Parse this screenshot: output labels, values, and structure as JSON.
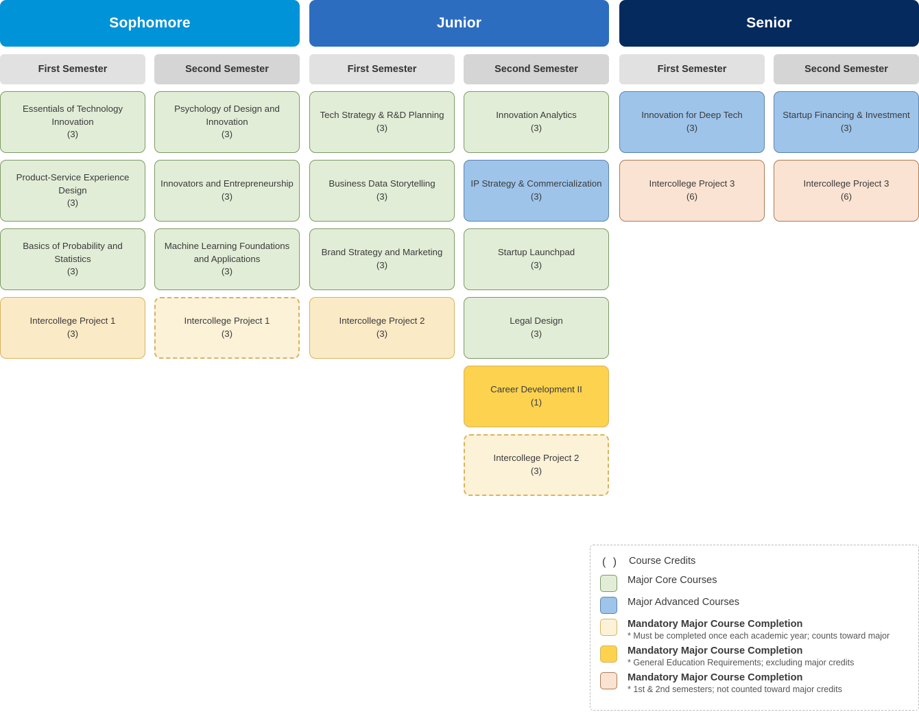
{
  "columns": [
    {
      "year": "Sophomore",
      "year_color": "#0093d8",
      "semesters": [
        {
          "label": "First Semester",
          "courses": [
            {
              "title": "Essentials of Technology Innovation",
              "credits": "(3)",
              "type": "core"
            },
            {
              "title": "Product-Service Experience Design",
              "credits": "(3)",
              "type": "core"
            },
            {
              "title": "Basics of Probability and Statistics",
              "credits": "(3)",
              "type": "core"
            },
            {
              "title": "Intercollege Project 1",
              "credits": "(3)",
              "type": "mand-soft"
            }
          ]
        },
        {
          "label": "Second Semester",
          "courses": [
            {
              "title": "Psychology of Design and Innovation",
              "credits": "(3)",
              "type": "core"
            },
            {
              "title": "Innovators and Entrepreneurship",
              "credits": "(3)",
              "type": "core"
            },
            {
              "title": "Machine Learning Foundations and Applications",
              "credits": "(3)",
              "type": "core"
            },
            {
              "title": "Intercollege Project 1",
              "credits": "(3)",
              "type": "mand-soft-dashed"
            }
          ]
        }
      ]
    },
    {
      "year": "Junior",
      "year_color": "#2c6dc0",
      "semesters": [
        {
          "label": "First Semester",
          "courses": [
            {
              "title": "Tech Strategy & R&D Planning",
              "credits": "(3)",
              "type": "core"
            },
            {
              "title": "Business Data Storytelling",
              "credits": "(3)",
              "type": "core"
            },
            {
              "title": "Brand Strategy and Marketing",
              "credits": "(3)",
              "type": "core"
            },
            {
              "title": "Intercollege Project 2",
              "credits": "(3)",
              "type": "mand-soft"
            }
          ]
        },
        {
          "label": "Second Semester",
          "courses": [
            {
              "title": "Innovation Analytics",
              "credits": "(3)",
              "type": "core"
            },
            {
              "title": "IP Strategy & Commercialization",
              "credits": "(3)",
              "type": "advanced"
            },
            {
              "title": "Startup Launchpad",
              "credits": "(3)",
              "type": "core"
            },
            {
              "title": "Legal Design",
              "credits": "(3)",
              "type": "core"
            },
            {
              "title": "Career Development II",
              "credits": "(1)",
              "type": "mand-gen"
            },
            {
              "title": "Intercollege Project 2",
              "credits": "(3)",
              "type": "mand-soft-dashed"
            }
          ]
        }
      ]
    },
    {
      "year": "Senior",
      "year_color": "#052a5e",
      "semesters": [
        {
          "label": "First Semester",
          "courses": [
            {
              "title": "Innovation for Deep Tech",
              "credits": "(3)",
              "type": "advanced"
            },
            {
              "title": "Intercollege Project 3",
              "credits": "(6)",
              "type": "mand-peach"
            }
          ]
        },
        {
          "label": "Second Semester",
          "courses": [
            {
              "title": "Startup Financing & Investment",
              "credits": "(3)",
              "type": "advanced"
            },
            {
              "title": "Intercollege Project 3",
              "credits": "(6)",
              "type": "mand-peach"
            }
          ]
        }
      ]
    }
  ],
  "legend": {
    "items": [
      {
        "mark": "( )",
        "swatch": null,
        "title": "Course Credits",
        "bold": false,
        "note": null
      },
      {
        "mark": null,
        "swatch": "sw-core",
        "title": "Major Core Courses",
        "bold": false,
        "note": null
      },
      {
        "mark": null,
        "swatch": "sw-adv",
        "title": "Major Advanced Courses",
        "bold": false,
        "note": null
      },
      {
        "mark": null,
        "swatch": "sw-soft",
        "title": "Mandatory Major Course Completion",
        "bold": true,
        "note": "* Must be completed once each academic year; counts toward major"
      },
      {
        "mark": null,
        "swatch": "sw-gen",
        "title": "Mandatory Major Course Completion",
        "bold": true,
        "note": "* General Education Requirements; excluding major credits"
      },
      {
        "mark": null,
        "swatch": "sw-peach",
        "title": "Mandatory Major Course Completion",
        "bold": true,
        "note": "* 1st & 2nd semesters; not counted toward major credits"
      }
    ]
  }
}
